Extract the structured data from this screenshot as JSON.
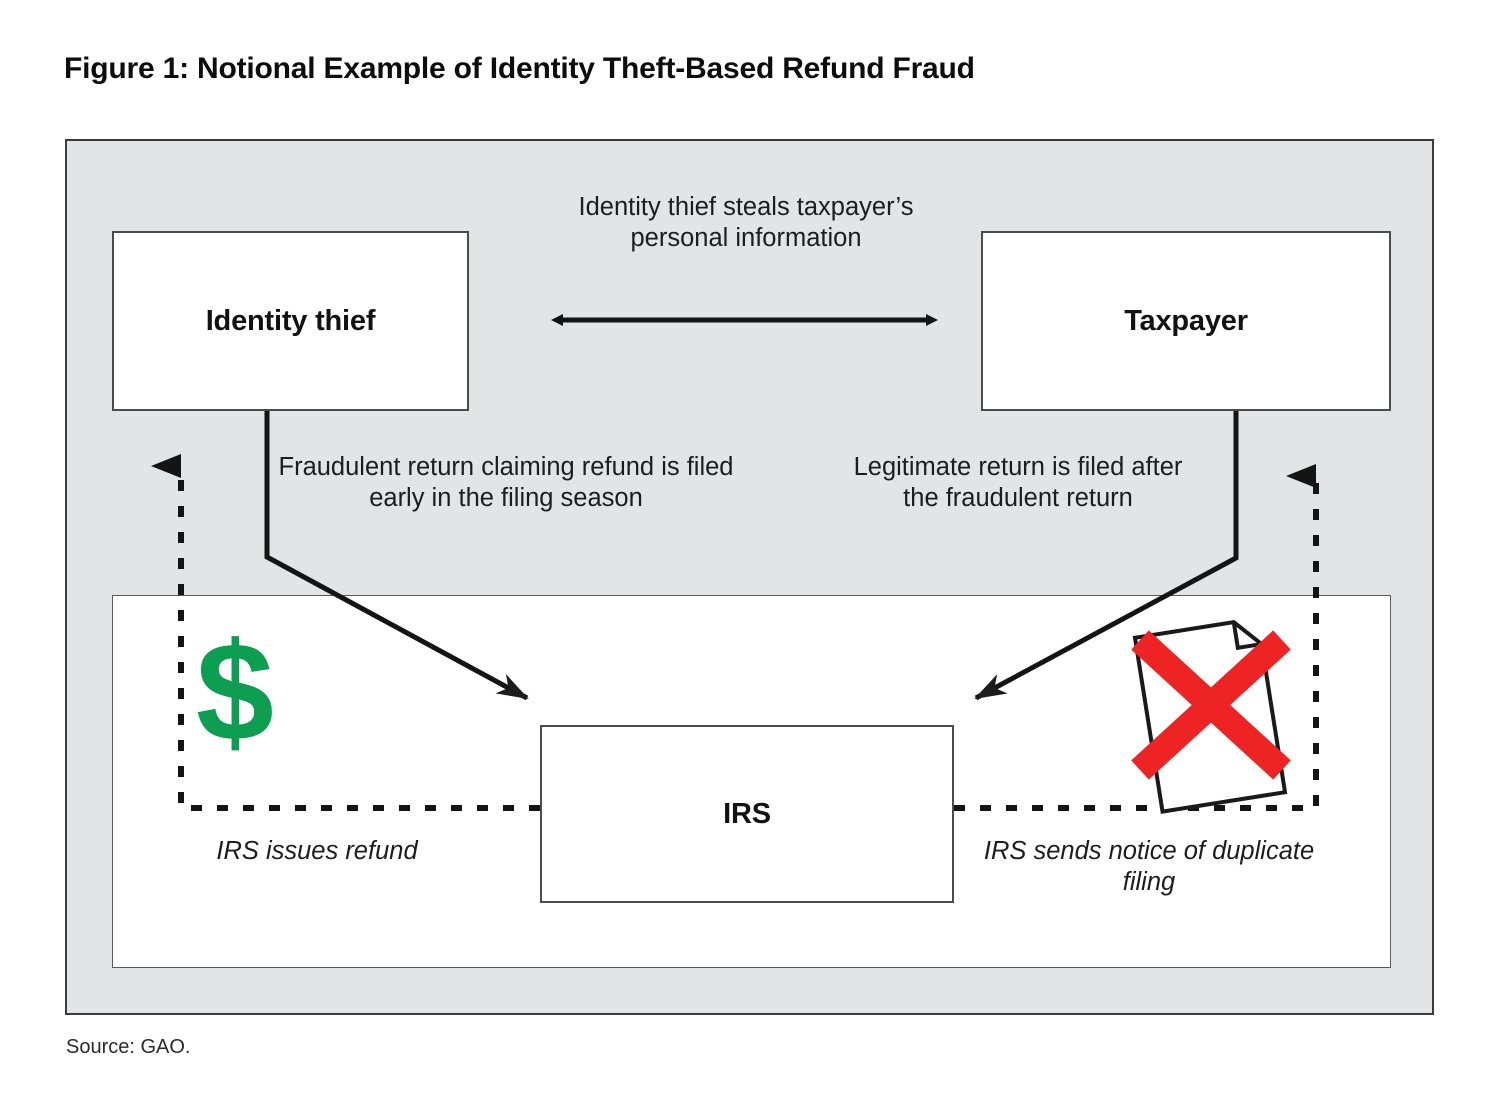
{
  "figure": {
    "title": "Figure 1: Notional Example of Identity Theft-Based Refund Fraud",
    "source": "Source: GAO."
  },
  "nodes": {
    "thief": "Identity thief",
    "taxpayer": "Taxpayer",
    "irs": "IRS"
  },
  "captions": {
    "steal": "Identity thief steals taxpayer’s personal information",
    "fraudulent_return": "Fraudulent return claiming refund is filed early in the filing season",
    "legitimate_return": "Legitimate return is filed after the fraudulent return",
    "issues_refund": "IRS issues refund",
    "duplicate_notice": "IRS sends notice of duplicate filing"
  },
  "icons": {
    "money": "$",
    "rejected_document": "rejected-document-icon"
  },
  "colors": {
    "panel_background": "#e2e4e6",
    "frame_border": "#3a3c3e",
    "box_border": "#4a4c4e",
    "dollar_green": "#0e9e52",
    "reject_red": "#ee2324",
    "line_black": "#141414"
  }
}
